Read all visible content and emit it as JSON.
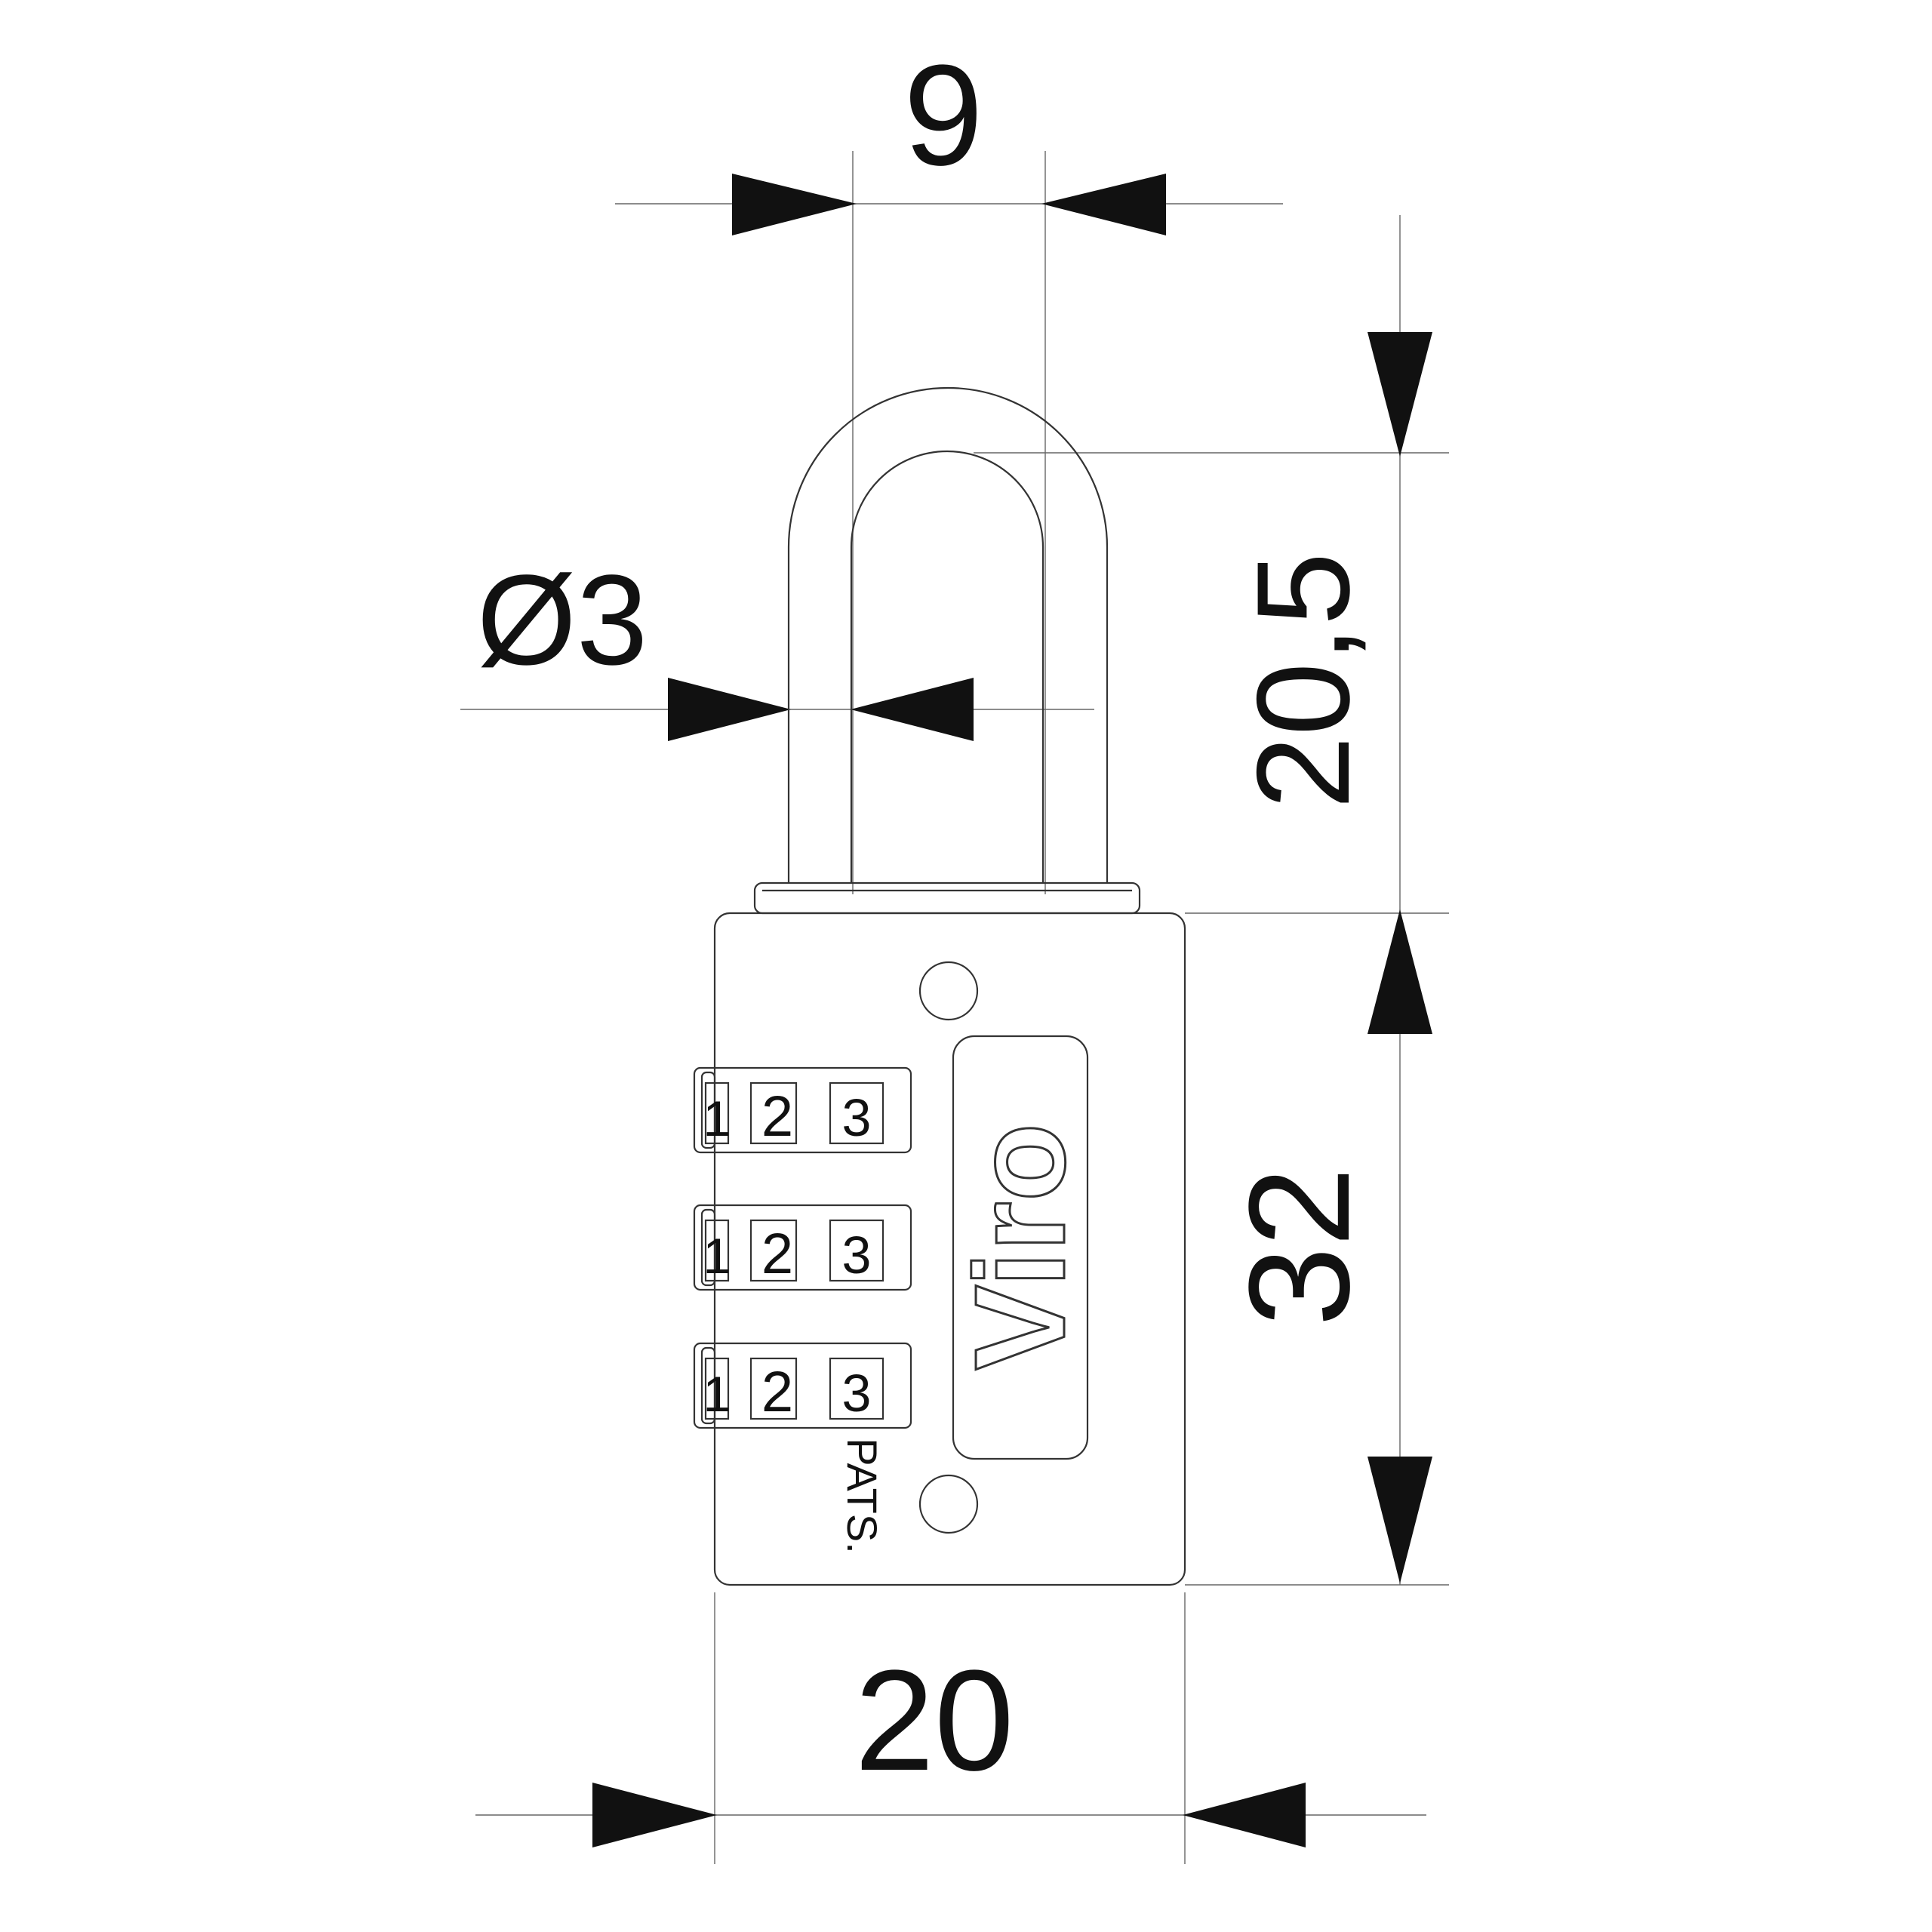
{
  "dimensions": {
    "top_width": "9",
    "shackle_diameter": "Ø3",
    "shackle_height": "20,5",
    "body_height": "32",
    "body_width": "20"
  },
  "brand": "Viro",
  "dials": [
    [
      "1",
      "2",
      "3"
    ],
    [
      "1",
      "2",
      "3"
    ],
    [
      "1",
      "2",
      "3"
    ]
  ],
  "pats_label": "PATS."
}
